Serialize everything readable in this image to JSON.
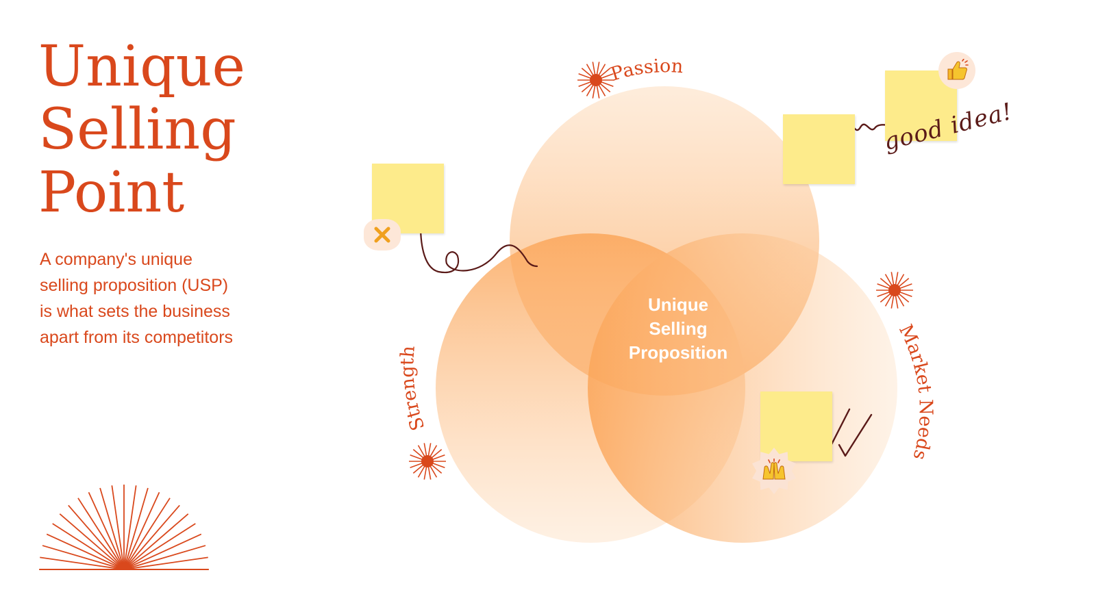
{
  "title": {
    "line1": "Unique",
    "line2": "Selling",
    "line3": "Point"
  },
  "description": {
    "line1": "A company's unique",
    "line2": "selling proposition (USP)",
    "line3": "is what sets the business",
    "line4": "apart from its competitors"
  },
  "venn": {
    "labels": {
      "top": "Passion",
      "left": "Strength",
      "right": "Market Needs"
    },
    "center": {
      "line1": "Unique",
      "line2": "Selling",
      "line3": "Proposition"
    }
  },
  "annotations": {
    "handwritten_note": "good idea!"
  },
  "icons": {
    "thumbs_up": "thumbs-up-icon",
    "cross": "cross-icon",
    "raising_hands": "raising-hands-icon",
    "checkmarks": "double-checkmark-icon",
    "starburst": "starburst-icon",
    "sunburst": "sunburst-icon"
  },
  "colors": {
    "accent": "#d9481c",
    "circle": "#fbb97a",
    "sticky_note": "#fdeb8b",
    "ink": "#5a1a18"
  }
}
